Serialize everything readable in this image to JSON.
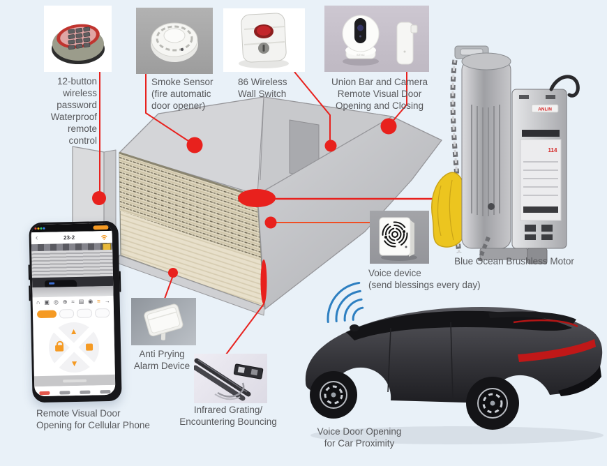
{
  "background": "#e9f1f8",
  "colors": {
    "connector_red": "#e8211d",
    "connector_orange_red": "#f04e23",
    "wave_blue": "#2d7fc1",
    "caption_gray": "#57585b",
    "phone_accent_orange": "#f59a23",
    "door_beige": "#e3dbc4"
  },
  "callouts": {
    "keypad": {
      "caption_lines": [
        "12-button",
        "wireless",
        "password",
        "Waterproof",
        "remote",
        "control"
      ]
    },
    "smoke": {
      "caption_lines": [
        "Smoke Sensor",
        "(fire automatic",
        "door opener)"
      ]
    },
    "wall_switch": {
      "caption_lines": [
        "86 Wireless",
        "Wall Switch"
      ]
    },
    "camera": {
      "caption_lines": [
        "Union Bar and Camera",
        "Remote Visual Door",
        "Opening and Closing"
      ]
    },
    "motor": {
      "caption": "Blue Ocean Brushless Motor"
    },
    "voice": {
      "caption_lines": [
        "Voice device",
        "(send blessings every day)"
      ]
    },
    "anti_prying": {
      "caption_lines": [
        "Anti Prying",
        "Alarm Device"
      ]
    },
    "infrared": {
      "caption_lines": [
        "Infrared Grating/",
        "Encountering Bouncing"
      ]
    },
    "phone": {
      "caption_lines": [
        "Remote Visual Door",
        "Opening for Cellular Phone"
      ]
    },
    "car": {
      "caption_lines": [
        "Voice Door Opening",
        "for Car Proximity"
      ]
    }
  },
  "phone_ui": {
    "back_icon": "‹",
    "title": "23-2",
    "toolbar_icons": [
      "∩",
      "▣",
      "◎",
      "⊕",
      "≈",
      "▤",
      "◉",
      "≡",
      "→"
    ]
  }
}
